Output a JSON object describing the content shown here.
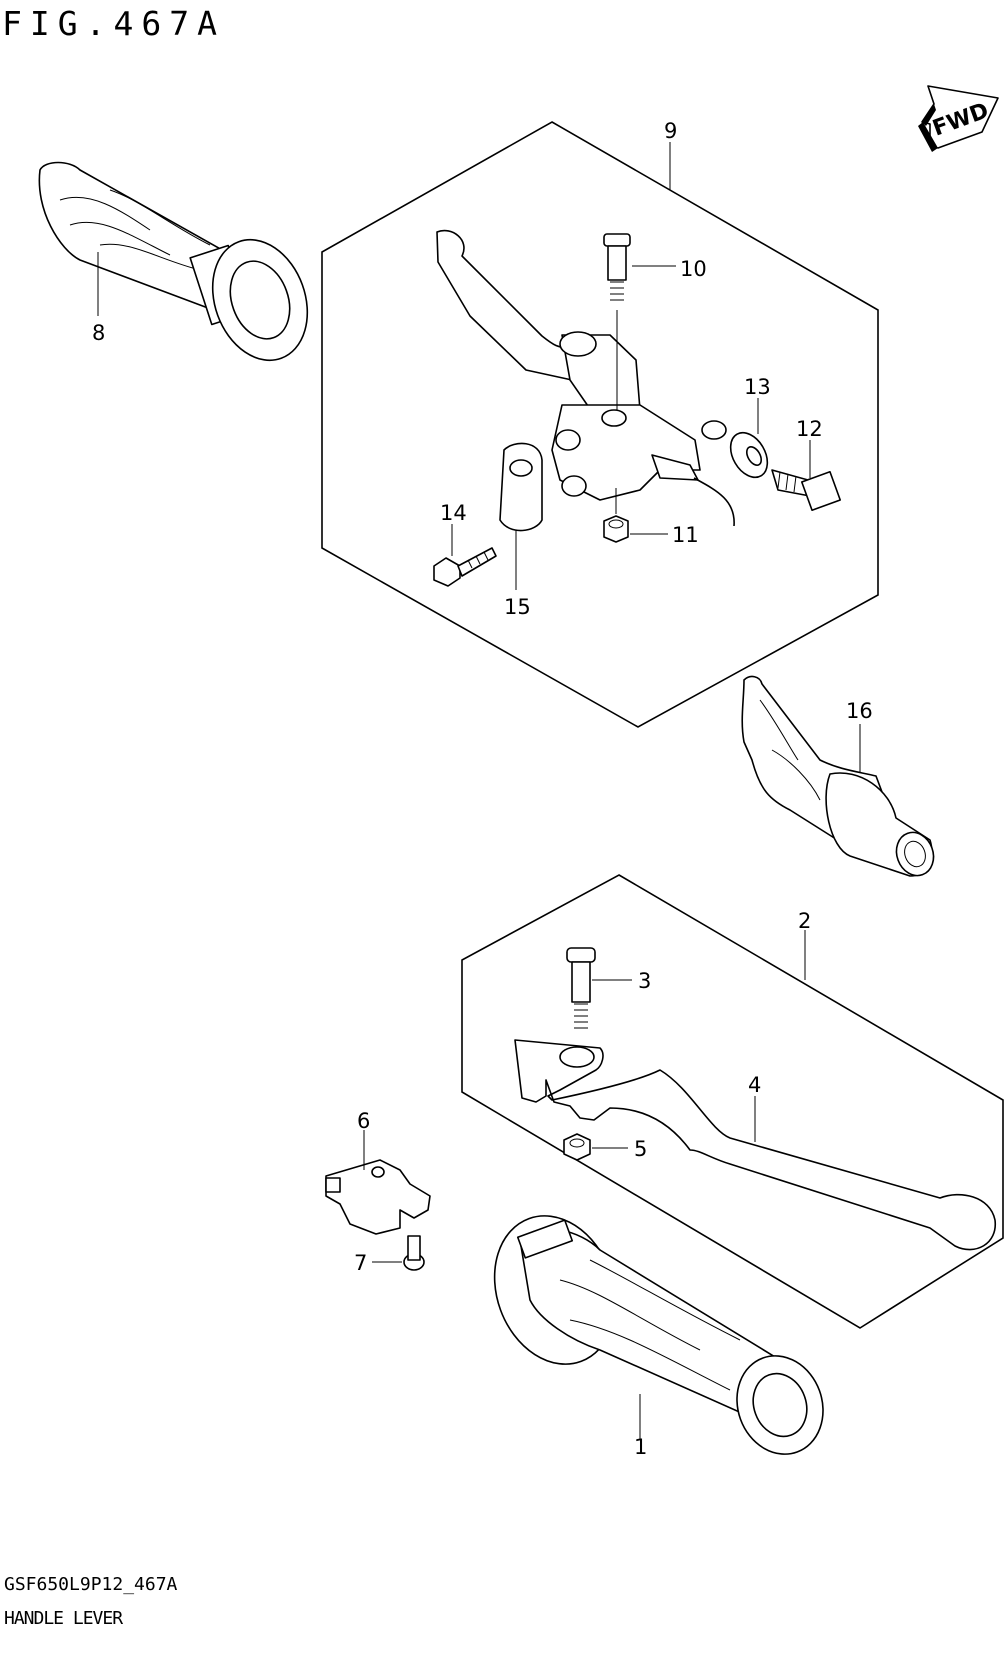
{
  "figure": {
    "title": "FIG.467A",
    "code": "GSF650L9P12_467A",
    "name": "HANDLE LEVER"
  },
  "fwd_label": "FWD",
  "callouts": {
    "c1": "1",
    "c2": "2",
    "c3": "3",
    "c4": "4",
    "c5": "5",
    "c6": "6",
    "c7": "7",
    "c8": "8",
    "c9": "9",
    "c10": "10",
    "c11": "11",
    "c12": "12",
    "c13": "13",
    "c14": "14",
    "c15": "15",
    "c16": "16"
  }
}
